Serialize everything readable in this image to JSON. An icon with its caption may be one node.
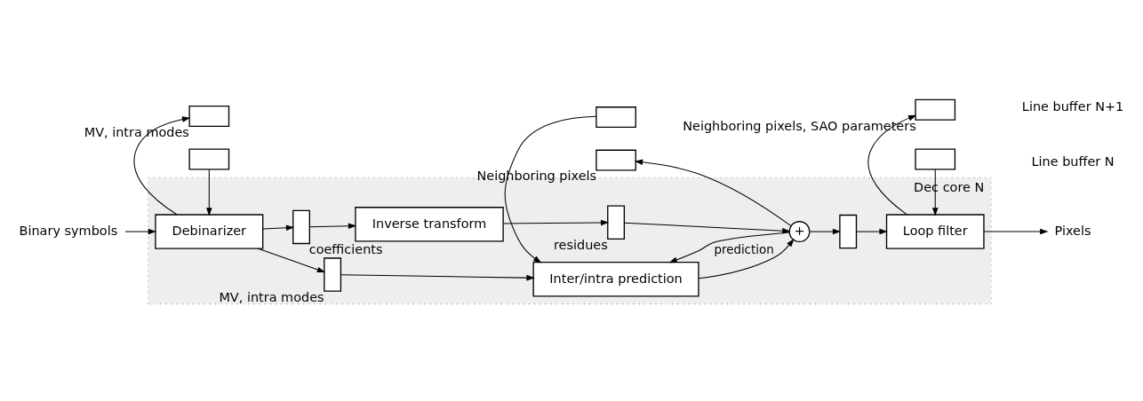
{
  "diagram": {
    "nodes": [
      {
        "text": [
          "Dec core N"
        ]
      },
      {
        "text": [
          "Binary symbols"
        ]
      },
      {
        "text": [
          "Debinarizer"
        ],
        "in": 0
      },
      {
        "text": [
          "Inter/intra prediction"
        ],
        "in": 0
      },
      {
        "text": [
          "Inverse transform"
        ],
        "in": 0
      },
      {
        "text": [
          "Loop filter"
        ],
        "in": 0
      },
      {
        "text": [
          "+"
        ],
        "in": 0
      },
      {
        "text": [],
        "shape": "box",
        "in": 0,
        "beside": [
          "MV, intra modes"
        ]
      },
      {
        "text": [],
        "shape": "box",
        "in": 0,
        "beside": [
          "coefficients"
        ]
      },
      {
        "text": [],
        "shape": "box",
        "in": 0,
        "beside": [
          "residues"
        ]
      },
      {
        "text": [],
        "shape": "box",
        "in": 0
      },
      {
        "text": [
          "Pixels"
        ]
      },
      {
        "text": [],
        "shape": "box"
      },
      {
        "text": [],
        "shape": "box"
      },
      {
        "text": [],
        "shape": "box"
      },
      {
        "text": [],
        "shape": "box",
        "beside": [
          "MV, intra modes"
        ]
      },
      {
        "text": [],
        "shape": "box",
        "beside": [
          "Neighboring pixels"
        ]
      },
      {
        "text": [],
        "shape": "box",
        "beside": [
          "Neighboring pixels, SAO parameters"
        ]
      }
    ],
    "edges": [
      {
        "from": 1,
        "to": 2,
        "arrow": "to"
      },
      {
        "from": 12,
        "to": 2,
        "arrow": "to"
      },
      {
        "from": 2,
        "to": 7,
        "arrow": "to"
      },
      {
        "from": 7,
        "to": 3,
        "arrow": "to"
      },
      {
        "from": 2,
        "to": 8,
        "arrow": "to"
      },
      {
        "from": 8,
        "to": 4,
        "arrow": "to"
      },
      {
        "from": 4,
        "to": 9,
        "arrow": "to"
      },
      {
        "from": 9,
        "to": 6,
        "arrow": "to"
      },
      {
        "from": 3,
        "to": 6,
        "arrow": "to",
        "label": "prediction"
      },
      {
        "from": 13,
        "to": 3,
        "arrow": "to"
      },
      {
        "from": 6,
        "to": 3,
        "arrow": "to"
      },
      {
        "from": 6,
        "to": 16,
        "arrow": "to"
      },
      {
        "from": 6,
        "to": 10,
        "arrow": "to"
      },
      {
        "from": 10,
        "to": 5,
        "arrow": "to"
      },
      {
        "from": 14,
        "to": 5,
        "arrow": "to"
      },
      {
        "from": 5,
        "to": 11,
        "arrow": "to"
      },
      {
        "from": 5,
        "to": 17,
        "arrow": "to"
      },
      {
        "from": 2,
        "to": 15,
        "arrow": "to"
      }
    ],
    "labels": [
      "Line buffer N",
      "Line buffer N+1"
    ]
  }
}
